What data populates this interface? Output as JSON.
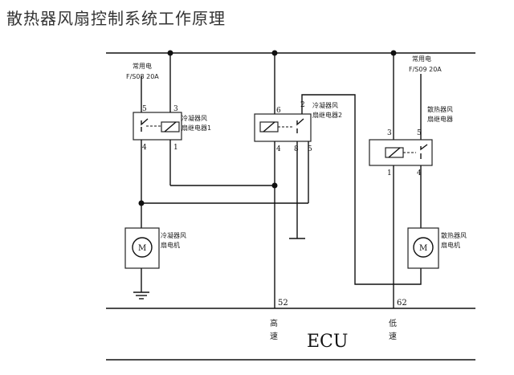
{
  "title": "散热器风扇控制系统工作原理",
  "fuse_left": {
    "line1": "常用电",
    "line2": "F/S08 20A"
  },
  "fuse_right": {
    "line1": "常用电",
    "line2": "F/S09 20A"
  },
  "relay1": {
    "name_l1": "冷凝器风",
    "name_l2": "扇继电器1",
    "pins": [
      "5",
      "3",
      "4",
      "1"
    ]
  },
  "relay2": {
    "name_l1": "冷凝器风",
    "name_l2": "扇继电器2",
    "pins": [
      "6",
      "2",
      "4",
      "8",
      "5"
    ]
  },
  "relay3": {
    "name_l1": "散热器风",
    "name_l2": "扇继电器",
    "pins": [
      "3",
      "5",
      "1",
      "4"
    ]
  },
  "motor_left": {
    "symbol": "M",
    "name_l1": "冷凝器风",
    "name_l2": "扇电机"
  },
  "motor_right": {
    "symbol": "M",
    "name_l1": "散热器风",
    "name_l2": "扇电机"
  },
  "ecu": {
    "label": "ECU",
    "pin_high": "52",
    "pin_low": "62",
    "high_text": [
      "高",
      "速"
    ],
    "low_text": [
      "低",
      "速"
    ]
  }
}
